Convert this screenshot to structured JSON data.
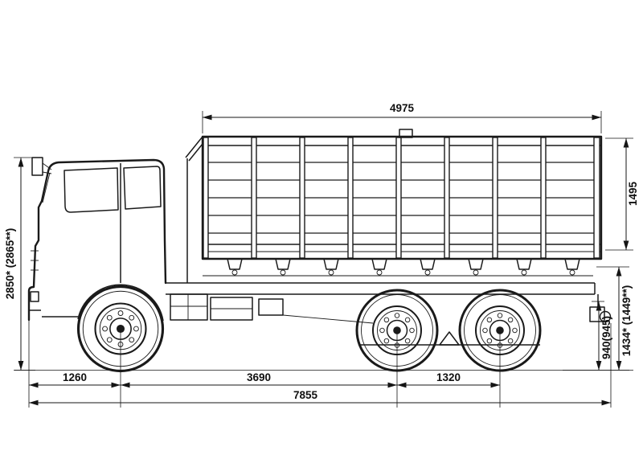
{
  "colors": {
    "background": "#ffffff",
    "line": "#1a1a1a"
  },
  "drawing": {
    "dimensions": {
      "body_length": "4975",
      "body_side_height": "1495",
      "overall_height": "2850* (2865**)",
      "platform_height": "1434* (1449**)",
      "frame_height": "940(945)",
      "front_overhang_to_axle": "1260",
      "wheelbase": "3690",
      "rear_axle_spacing": "1320",
      "overall_length": "7855"
    }
  }
}
